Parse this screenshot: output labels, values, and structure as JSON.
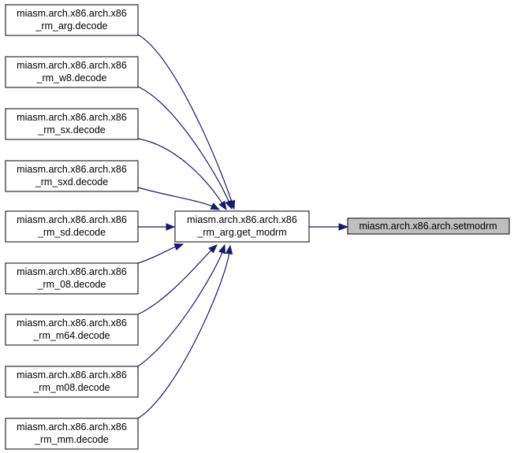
{
  "callers": [
    {
      "line1": "miasm.arch.x86.arch.x86",
      "line2": "_rm_arg.decode"
    },
    {
      "line1": "miasm.arch.x86.arch.x86",
      "line2": "_rm_w8.decode"
    },
    {
      "line1": "miasm.arch.x86.arch.x86",
      "line2": "_rm_sx.decode"
    },
    {
      "line1": "miasm.arch.x86.arch.x86",
      "line2": "_rm_sxd.decode"
    },
    {
      "line1": "miasm.arch.x86.arch.x86",
      "line2": "_rm_sd.decode"
    },
    {
      "line1": "miasm.arch.x86.arch.x86",
      "line2": "_rm_08.decode"
    },
    {
      "line1": "miasm.arch.x86.arch.x86",
      "line2": "_rm_m64.decode"
    },
    {
      "line1": "miasm.arch.x86.arch.x86",
      "line2": "_rm_m08.decode"
    },
    {
      "line1": "miasm.arch.x86.arch.x86",
      "line2": "_rm_mm.decode"
    }
  ],
  "middle": {
    "line1": "miasm.arch.x86.arch.x86",
    "line2": "_rm_arg.get_modrm"
  },
  "target": {
    "label": "miasm.arch.x86.arch.setmodrm"
  },
  "colors": {
    "edge": "#191970",
    "target_fill": "#bfbfbf",
    "node_fill": "#ffffff"
  }
}
